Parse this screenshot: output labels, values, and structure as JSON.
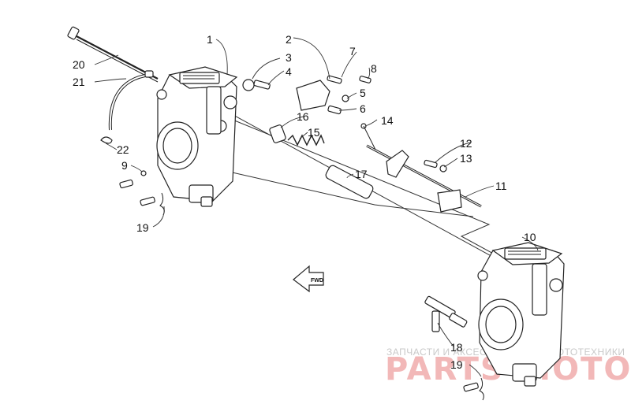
{
  "diagram": {
    "callouts": [
      {
        "id": "c1",
        "label": "1"
      },
      {
        "id": "c2",
        "label": "2"
      },
      {
        "id": "c3",
        "label": "3"
      },
      {
        "id": "c4",
        "label": "4"
      },
      {
        "id": "c5",
        "label": "5"
      },
      {
        "id": "c6",
        "label": "6"
      },
      {
        "id": "c7",
        "label": "7"
      },
      {
        "id": "c8",
        "label": "8"
      },
      {
        "id": "c9",
        "label": "9"
      },
      {
        "id": "c10",
        "label": "10"
      },
      {
        "id": "c11",
        "label": "11"
      },
      {
        "id": "c12",
        "label": "12"
      },
      {
        "id": "c13",
        "label": "13"
      },
      {
        "id": "c14",
        "label": "14"
      },
      {
        "id": "c15",
        "label": "15"
      },
      {
        "id": "c16",
        "label": "16"
      },
      {
        "id": "c17",
        "label": "17"
      },
      {
        "id": "c18",
        "label": "18"
      },
      {
        "id": "c19a",
        "label": "19"
      },
      {
        "id": "c19b",
        "label": "19"
      },
      {
        "id": "c20",
        "label": "20"
      },
      {
        "id": "c21",
        "label": "21"
      },
      {
        "id": "c22",
        "label": "22"
      }
    ],
    "fwd_label": "FWD"
  },
  "watermark": {
    "top_text": "ЗАПЧАСТИ И АКСЕССУАРЫ ДЛЯ МОТОТЕХНИКИ",
    "logo_text": "PARTS-MOTOR.RU"
  },
  "colors": {
    "line": "#222222",
    "watermark_logo": "#f2b8b8",
    "watermark_text": "#c9c9c9"
  }
}
